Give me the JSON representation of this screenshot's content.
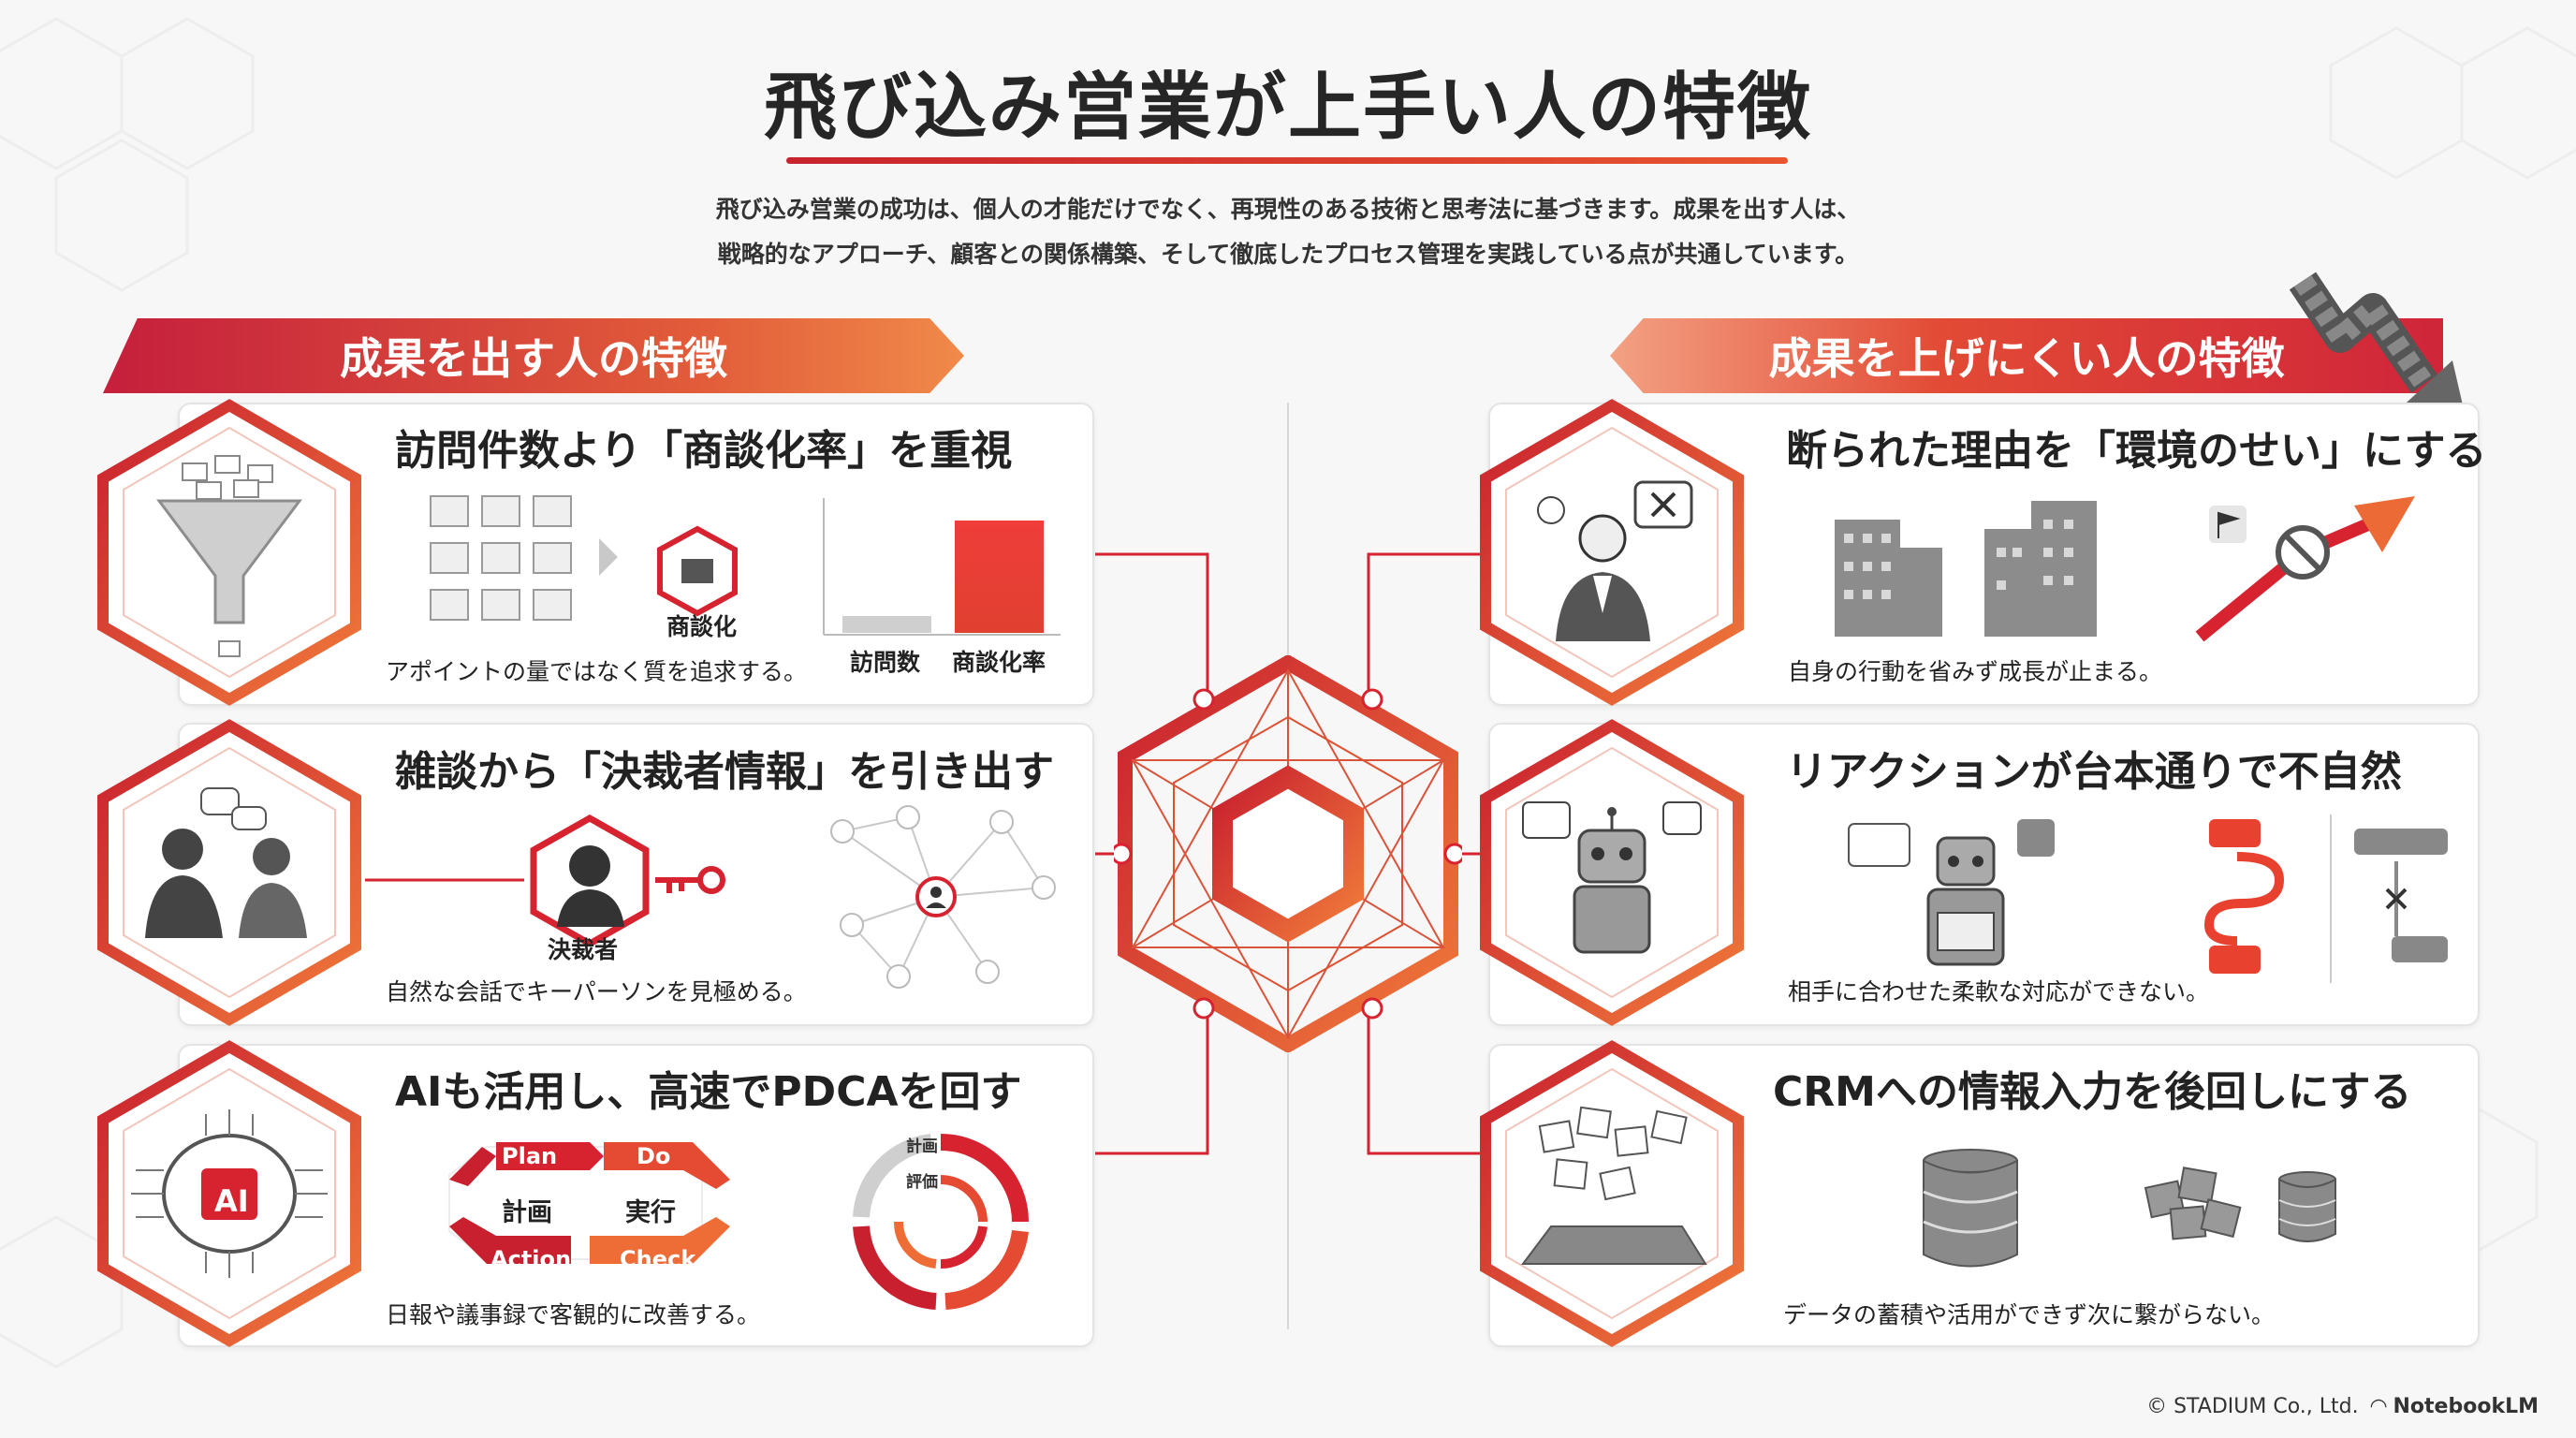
{
  "title": "飛び込み営業が上手い人の特徴",
  "intro": [
    "飛び込み営業の成功は、個人の才能だけでなく、再現性のある技術と思考法に基づきます。成果を出す人は、",
    "戦略的なアプローチ、顧客との関係構築、そして徹底したプロセス管理を実践している点が共通しています。"
  ],
  "left_banner": "成果を出す人の特徴",
  "right_banner": "成果を上げにくい人の特徴",
  "left_cards": [
    {
      "title": "訪問件数より「商談化率」を重視",
      "caption": "アポイントの量ではなく質を追求する。",
      "labels": {
        "convert": "商談化",
        "bar_visits": "訪問数",
        "bar_rate": "商談化率"
      }
    },
    {
      "title": "雑談から「決裁者情報」を引き出す",
      "caption": "自然な会話でキーパーソンを見極める。",
      "labels": {
        "decider": "決裁者"
      }
    },
    {
      "title": "AIも活用し、高速でPDCAを回す",
      "caption": "日報や議事録で客観的に改善する。",
      "labels": {
        "plan": "Plan",
        "do": "Do",
        "check": "Check",
        "action": "Action",
        "plan_jp": "計画",
        "do_jp": "実行",
        "cycle_a": "計画",
        "cycle_b": "評価",
        "ai": "AI"
      }
    }
  ],
  "right_cards": [
    {
      "title": "断られた理由を「環境のせい」にする",
      "caption": "自身の行動を省みず成長が止まる。"
    },
    {
      "title": "リアクションが台本通りで不自然",
      "caption": "相手に合わせた柔軟な対応ができない。"
    },
    {
      "title": "CRMへの情報入力を後回しにする",
      "caption": "データの蓄積や活用ができず次に繋がらない。"
    }
  ],
  "bar_chart": {
    "visits": 0.15,
    "rate": 1.0
  },
  "footer": "© STADIUM Co., Ltd.",
  "footer_brand": "NotebookLM",
  "colors": {
    "accent_red": "#d6232f",
    "accent_orange": "#ec6a35",
    "gray": "#8a8a8a"
  }
}
